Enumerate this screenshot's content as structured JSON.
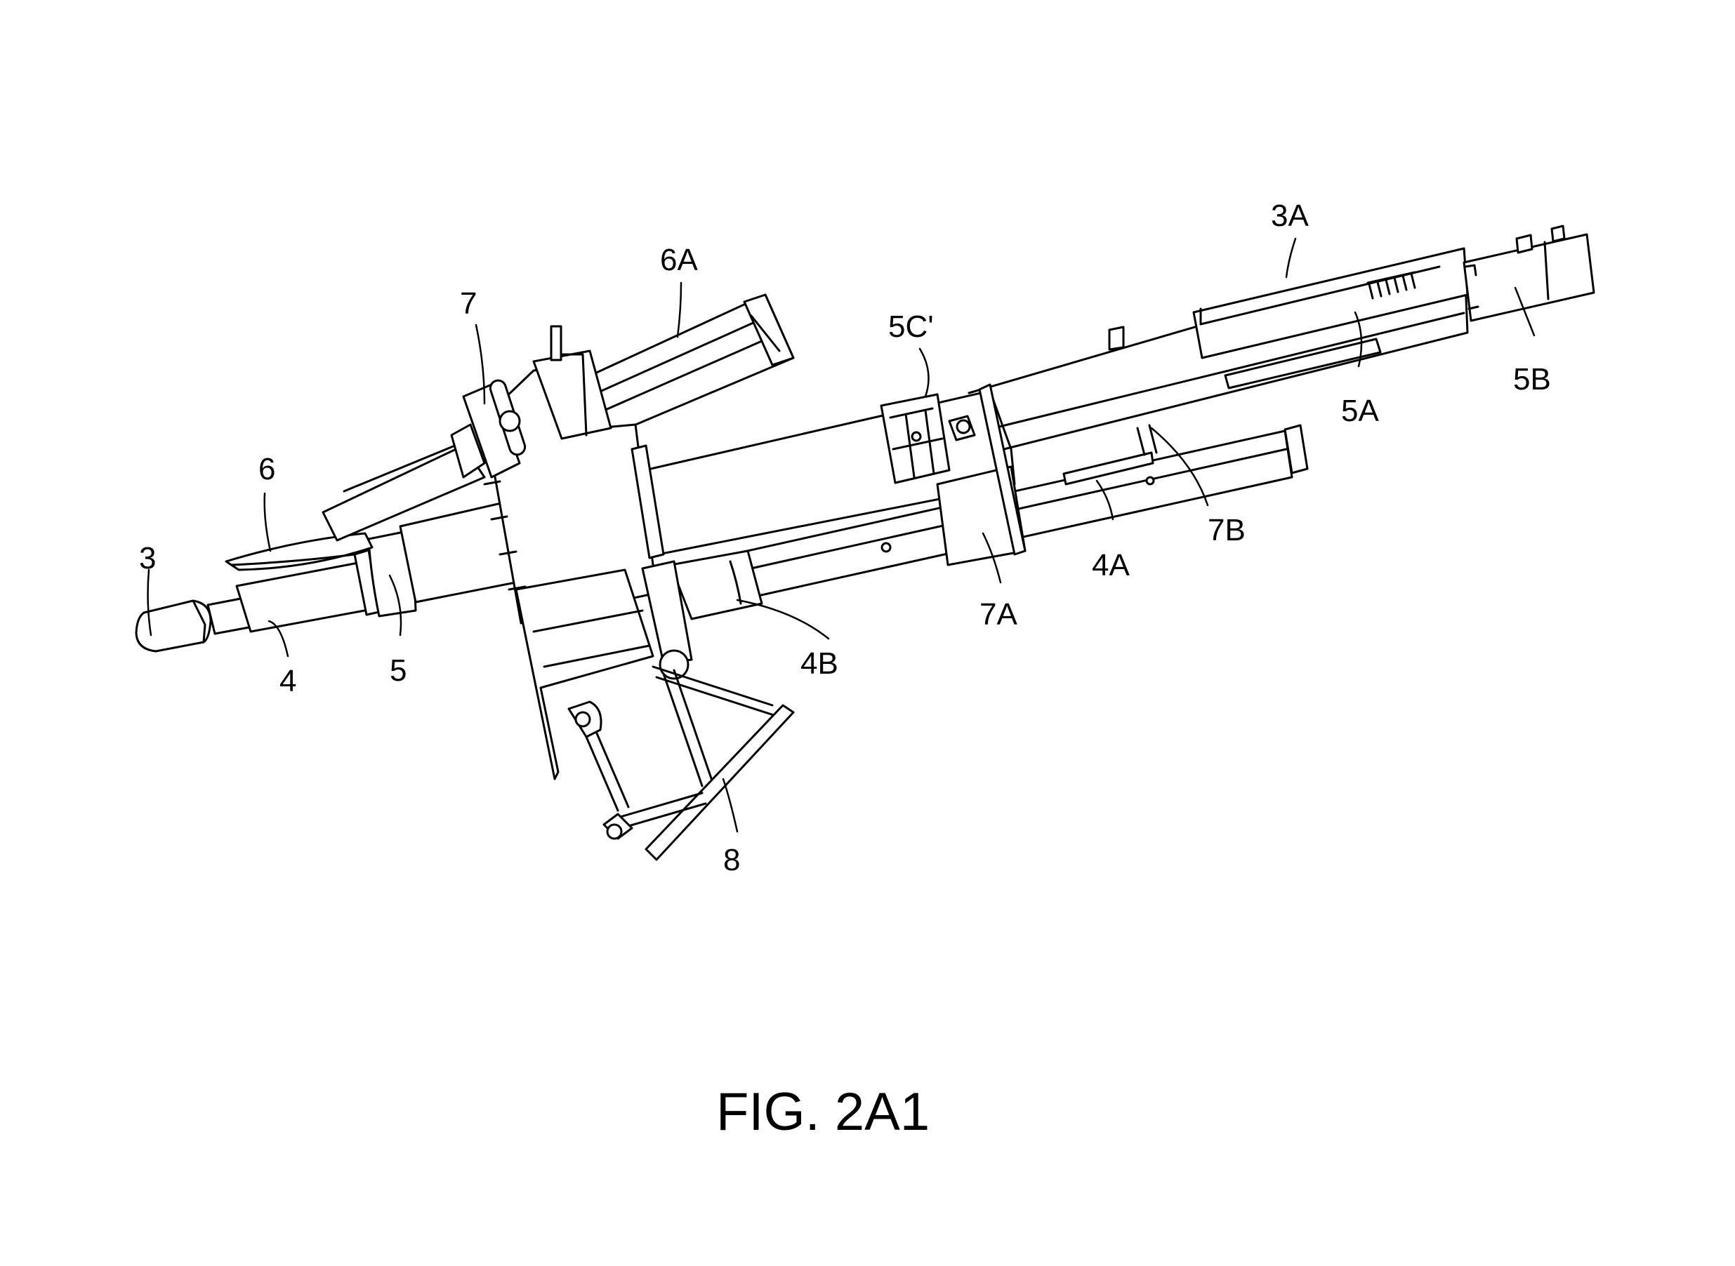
{
  "figure": {
    "caption": "FIG. 2A1",
    "labels": {
      "l3": "3",
      "l4": "4",
      "l5": "5",
      "l6": "6",
      "l6A": "6A",
      "l7": "7",
      "l5Cp": "5C'",
      "l3A": "3A",
      "l5A": "5A",
      "l5B": "5B",
      "l7A": "7A",
      "l7B": "7B",
      "l4A": "4A",
      "l4B": "4B",
      "l8": "8"
    }
  }
}
